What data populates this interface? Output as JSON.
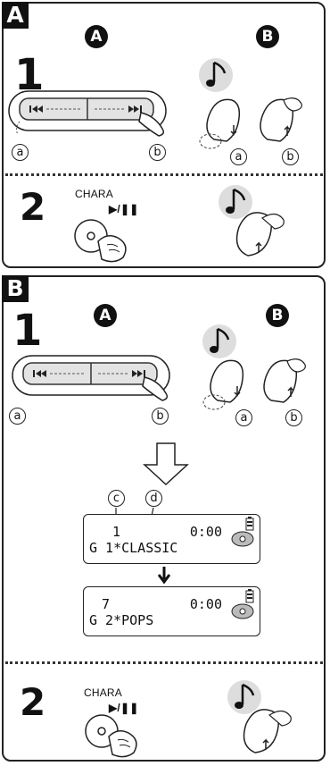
{
  "sections": [
    {
      "tag": "A",
      "col_a": "A",
      "col_b": "B",
      "step1": "1",
      "step2": "2",
      "label_a": "a",
      "label_b": "b",
      "chara": "CHARA"
    },
    {
      "tag": "B",
      "col_a": "A",
      "col_b": "B",
      "step1": "1",
      "step2": "2",
      "label_a": "a",
      "label_b": "b",
      "chara": "CHARA",
      "callout_c": "c",
      "callout_d": "d",
      "display1": {
        "number": "1",
        "time": "0:00",
        "line2": "G 1*CLASSIC"
      },
      "display2": {
        "number": "7",
        "time": "0:00",
        "line2": "G 2*POPS"
      }
    }
  ],
  "play_pause_symbol": "▶/❚❚",
  "icons": [
    "skip-back-icon",
    "skip-forward-icon",
    "music-note-icon",
    "hand-press-icon",
    "arrow-down-icon"
  ]
}
